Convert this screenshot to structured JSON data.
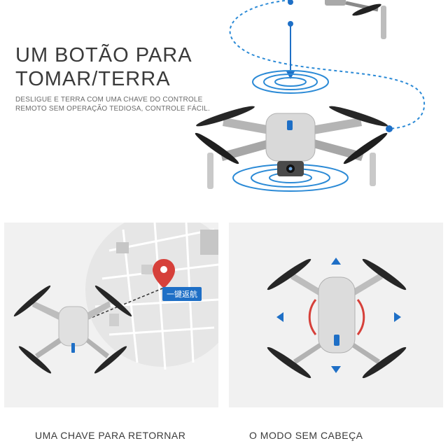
{
  "hero": {
    "title_line1": "UM BOTÃO PARA",
    "title_line2": "TOMAR/TERRA",
    "desc_line1": "DESLIGUE E TERRA COM UMA CHAVE DO CONTROLE",
    "desc_line2": "REMOTO SEM OPERAÇÃO TEDIOSA, CONTROLE FÁCIL."
  },
  "panels": {
    "left": {
      "map_tag": "一键返航",
      "caption": "UMA CHAVE PARA RETORNAR"
    },
    "right": {
      "caption": "O MODO SEM CABEÇA"
    }
  },
  "colors": {
    "accent_blue": "#1e6fc6",
    "pin_red": "#d6403a",
    "drone_body": "#d9d9d9",
    "text_dark": "#3a3a3a"
  }
}
